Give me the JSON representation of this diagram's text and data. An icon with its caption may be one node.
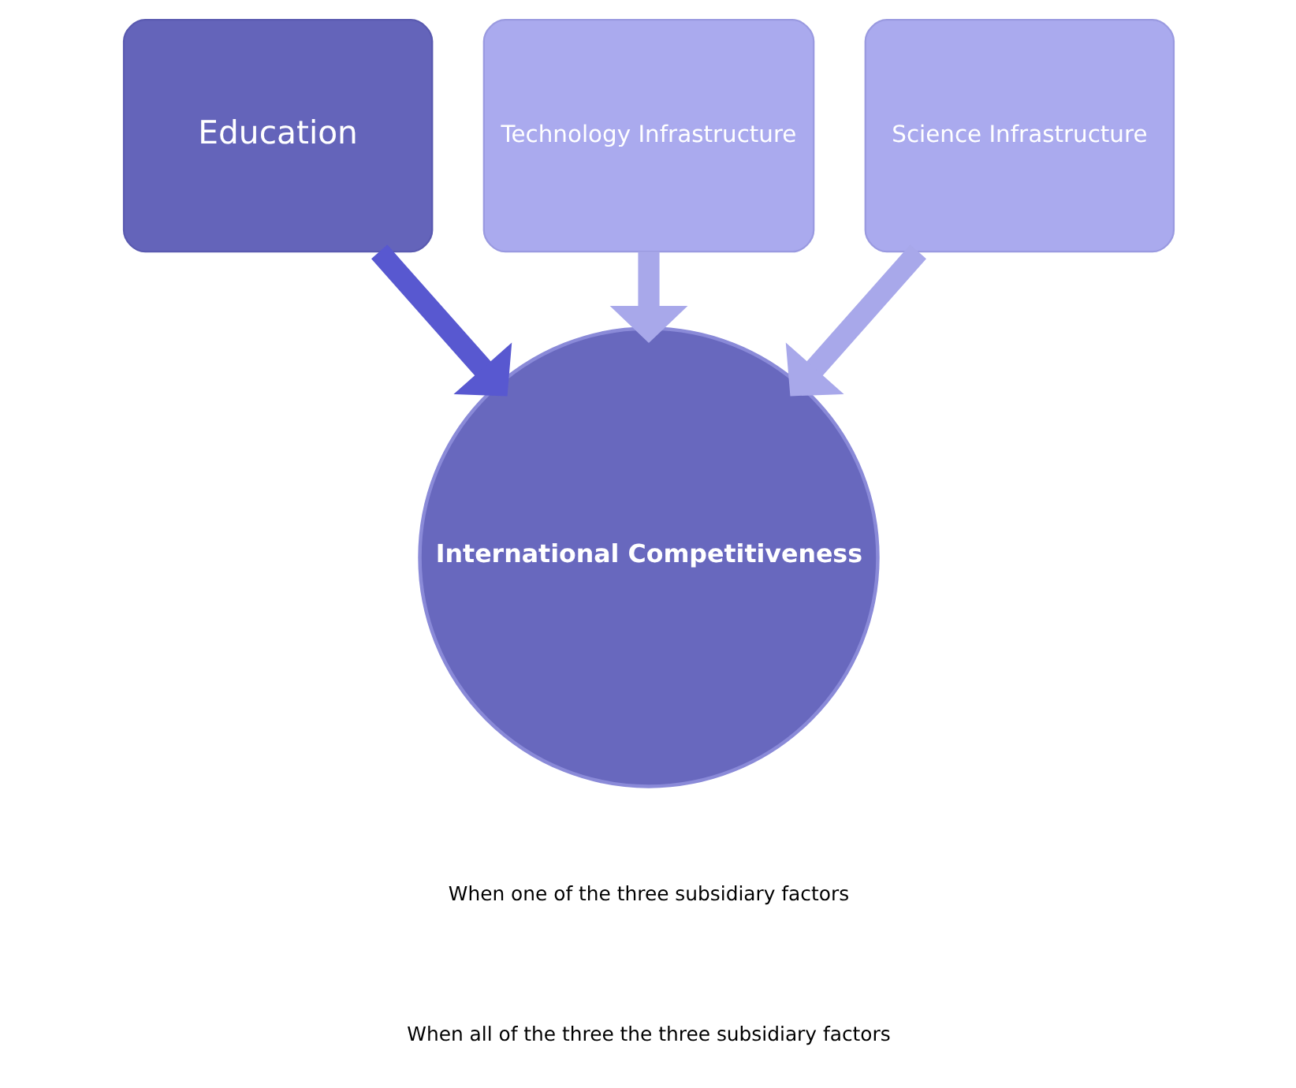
{
  "diagram": {
    "nodes": [
      {
        "text": [
          "Technology Infrastructure"
        ]
      },
      {
        "text": [
          "Education"
        ]
      },
      {
        "text": [
          "Science Infrastructure"
        ]
      },
      {
        "text": [
          "International Competitiveness"
        ]
      }
    ],
    "edges": [
      {
        "from": 1,
        "to": 3,
        "arrow": "to",
        "color": "#5858d0"
      },
      {
        "from": 0,
        "to": 3,
        "arrow": "to"
      },
      {
        "from": 2,
        "to": 3,
        "arrow": "to"
      }
    ],
    "labels": [
      "When one of the three subsidiary factors",
      "When all of the three the three subsidiary factors"
    ]
  }
}
